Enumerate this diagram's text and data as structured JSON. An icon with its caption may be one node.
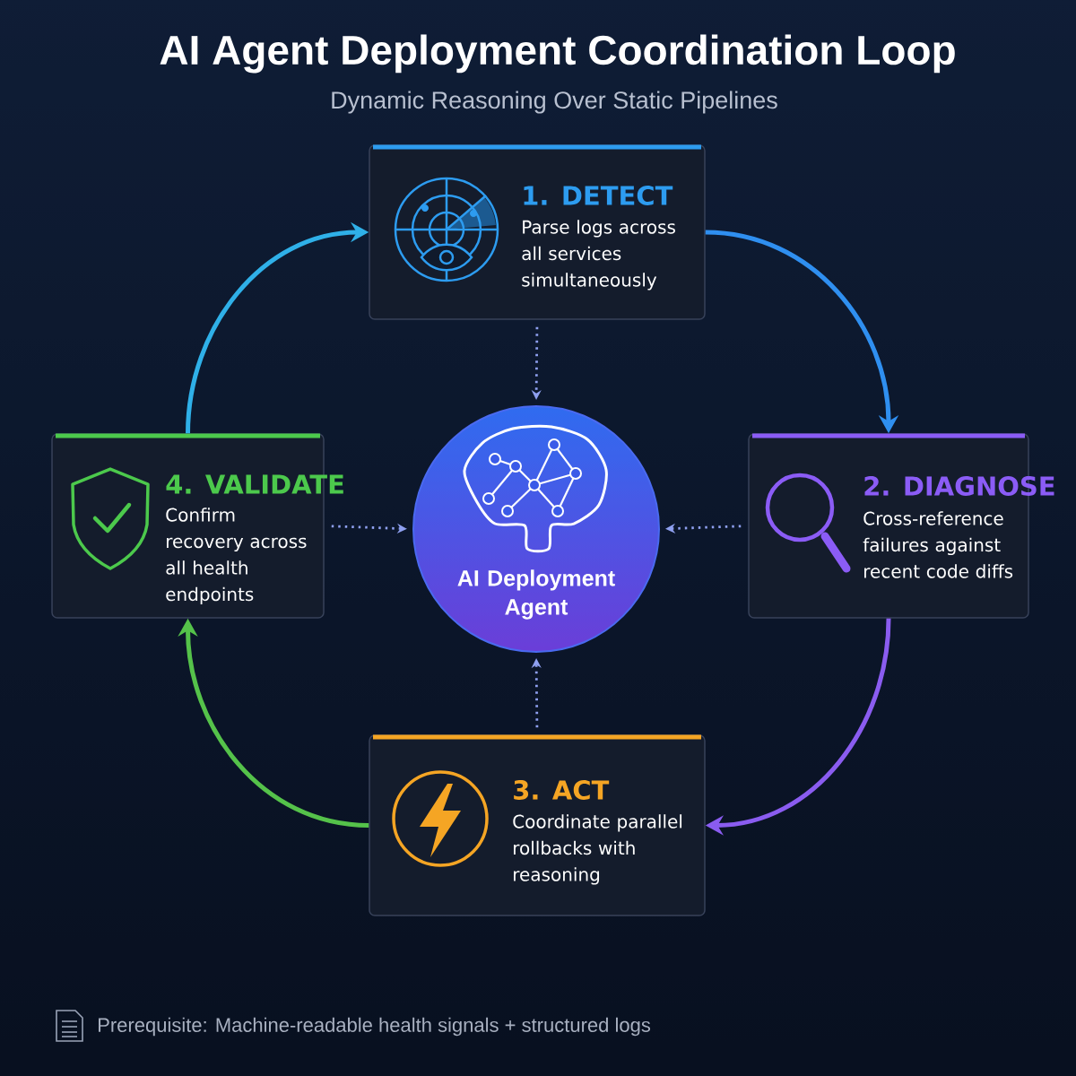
{
  "diagram": {
    "title": "AI Agent Deployment Coordination Loop",
    "nodes": [
      {
        "text": [
          "1. DETECT",
          "Parse logs across all services simultaneously"
        ]
      },
      {
        "text": [
          "2. DIAGNOSE",
          "Cross-reference failures against recent code diffs"
        ]
      },
      {
        "text": [
          "3. ACT",
          "Coordinate parallel rollbacks with reasoning"
        ]
      },
      {
        "text": [
          "4. VALIDATE",
          "Confirm recovery across all health endpoints"
        ]
      },
      {
        "text": [
          "AI Deployment Agent"
        ]
      }
    ],
    "edges": [
      {
        "from": 0,
        "to": 1,
        "arrow": "to",
        "color": "#2f8ff0"
      },
      {
        "from": 1,
        "to": 2,
        "arrow": "to",
        "color": "#8a5cf0"
      },
      {
        "from": 2,
        "to": 3,
        "arrow": "to",
        "color": "#55c24a"
      },
      {
        "from": 3,
        "to": 0,
        "arrow": "to",
        "color": "#2fb0e8"
      },
      {
        "from": 0,
        "to": 4,
        "arrow": "to",
        "style": "dashed",
        "color": "#8fa0f0"
      },
      {
        "from": 1,
        "to": 4,
        "arrow": "to",
        "style": "dashed",
        "color": "#8fa0f0"
      },
      {
        "from": 2,
        "to": 4,
        "arrow": "to",
        "style": "dashed",
        "color": "#8fa0f0"
      },
      {
        "from": 3,
        "to": 4,
        "arrow": "to",
        "style": "dashed",
        "color": "#8fa0f0"
      }
    ],
    "labels": [
      "Dynamic Reasoning Over Static Pipelines",
      "Prerequisite: Machine-readable health signals + structured logs"
    ]
  }
}
